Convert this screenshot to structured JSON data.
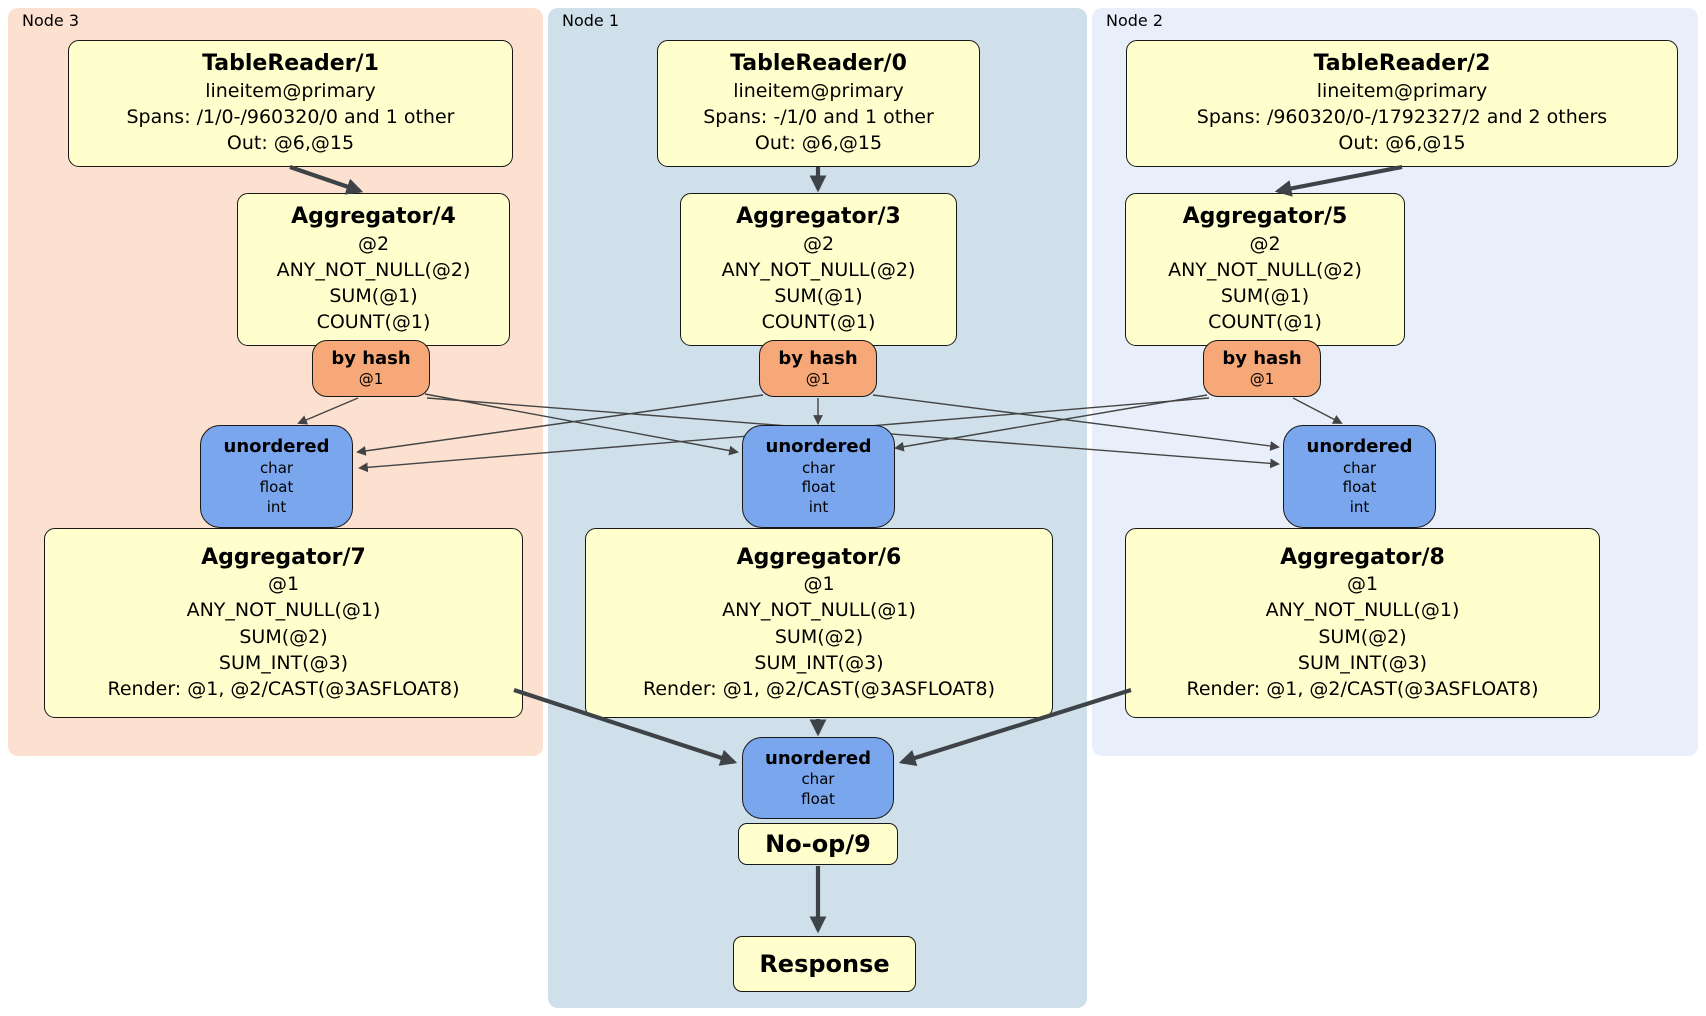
{
  "panels": {
    "node3": {
      "label": "Node 3"
    },
    "node1": {
      "label": "Node 1"
    },
    "node2": {
      "label": "Node 2"
    }
  },
  "nodes": {
    "tr1": {
      "title": "TableReader/1",
      "lines": [
        "lineitem@primary",
        "Spans: /1/0-/960320/0 and 1 other",
        "Out: @6,@15"
      ]
    },
    "tr0": {
      "title": "TableReader/0",
      "lines": [
        "lineitem@primary",
        "Spans: -/1/0 and 1 other",
        "Out: @6,@15"
      ]
    },
    "tr2": {
      "title": "TableReader/2",
      "lines": [
        "lineitem@primary",
        "Spans: /960320/0-/1792327/2 and 2 others",
        "Out: @6,@15"
      ]
    },
    "agg4": {
      "title": "Aggregator/4",
      "lines": [
        "@2",
        "ANY_NOT_NULL(@2)",
        "SUM(@1)",
        "COUNT(@1)"
      ]
    },
    "agg3": {
      "title": "Aggregator/3",
      "lines": [
        "@2",
        "ANY_NOT_NULL(@2)",
        "SUM(@1)",
        "COUNT(@1)"
      ]
    },
    "agg5": {
      "title": "Aggregator/5",
      "lines": [
        "@2",
        "ANY_NOT_NULL(@2)",
        "SUM(@1)",
        "COUNT(@1)"
      ]
    },
    "byhash3": {
      "title": "by hash",
      "sub": "@1"
    },
    "byhash1": {
      "title": "by hash",
      "sub": "@1"
    },
    "byhash2": {
      "title": "by hash",
      "sub": "@1"
    },
    "un3": {
      "title": "unordered",
      "items": [
        "char",
        "float",
        "int"
      ]
    },
    "un1": {
      "title": "unordered",
      "items": [
        "char",
        "float",
        "int"
      ]
    },
    "un2": {
      "title": "unordered",
      "items": [
        "char",
        "float",
        "int"
      ]
    },
    "agg7": {
      "title": "Aggregator/7",
      "lines": [
        "@1",
        "ANY_NOT_NULL(@1)",
        "SUM(@2)",
        "SUM_INT(@3)",
        "Render: @1, @2/CAST(@3ASFLOAT8)"
      ]
    },
    "agg6": {
      "title": "Aggregator/6",
      "lines": [
        "@1",
        "ANY_NOT_NULL(@1)",
        "SUM(@2)",
        "SUM_INT(@3)",
        "Render: @1, @2/CAST(@3ASFLOAT8)"
      ]
    },
    "agg8": {
      "title": "Aggregator/8",
      "lines": [
        "@1",
        "ANY_NOT_NULL(@1)",
        "SUM(@2)",
        "SUM_INT(@3)",
        "Render: @1, @2/CAST(@3ASFLOAT8)"
      ]
    },
    "unbottom": {
      "title": "unordered",
      "items": [
        "char",
        "float"
      ]
    },
    "noop": {
      "title": "No-op/9"
    },
    "response": {
      "title": "Response"
    }
  },
  "colors": {
    "node3_panel": "#fce1d1",
    "node1_panel": "#cfe0ea",
    "node2_panel": "#e9effa",
    "node_box": "#ffffcd",
    "router_box": "#f6a878",
    "stream_box": "#7aa6ee",
    "edge": "#3e4347",
    "edge_thin": "#444444"
  }
}
